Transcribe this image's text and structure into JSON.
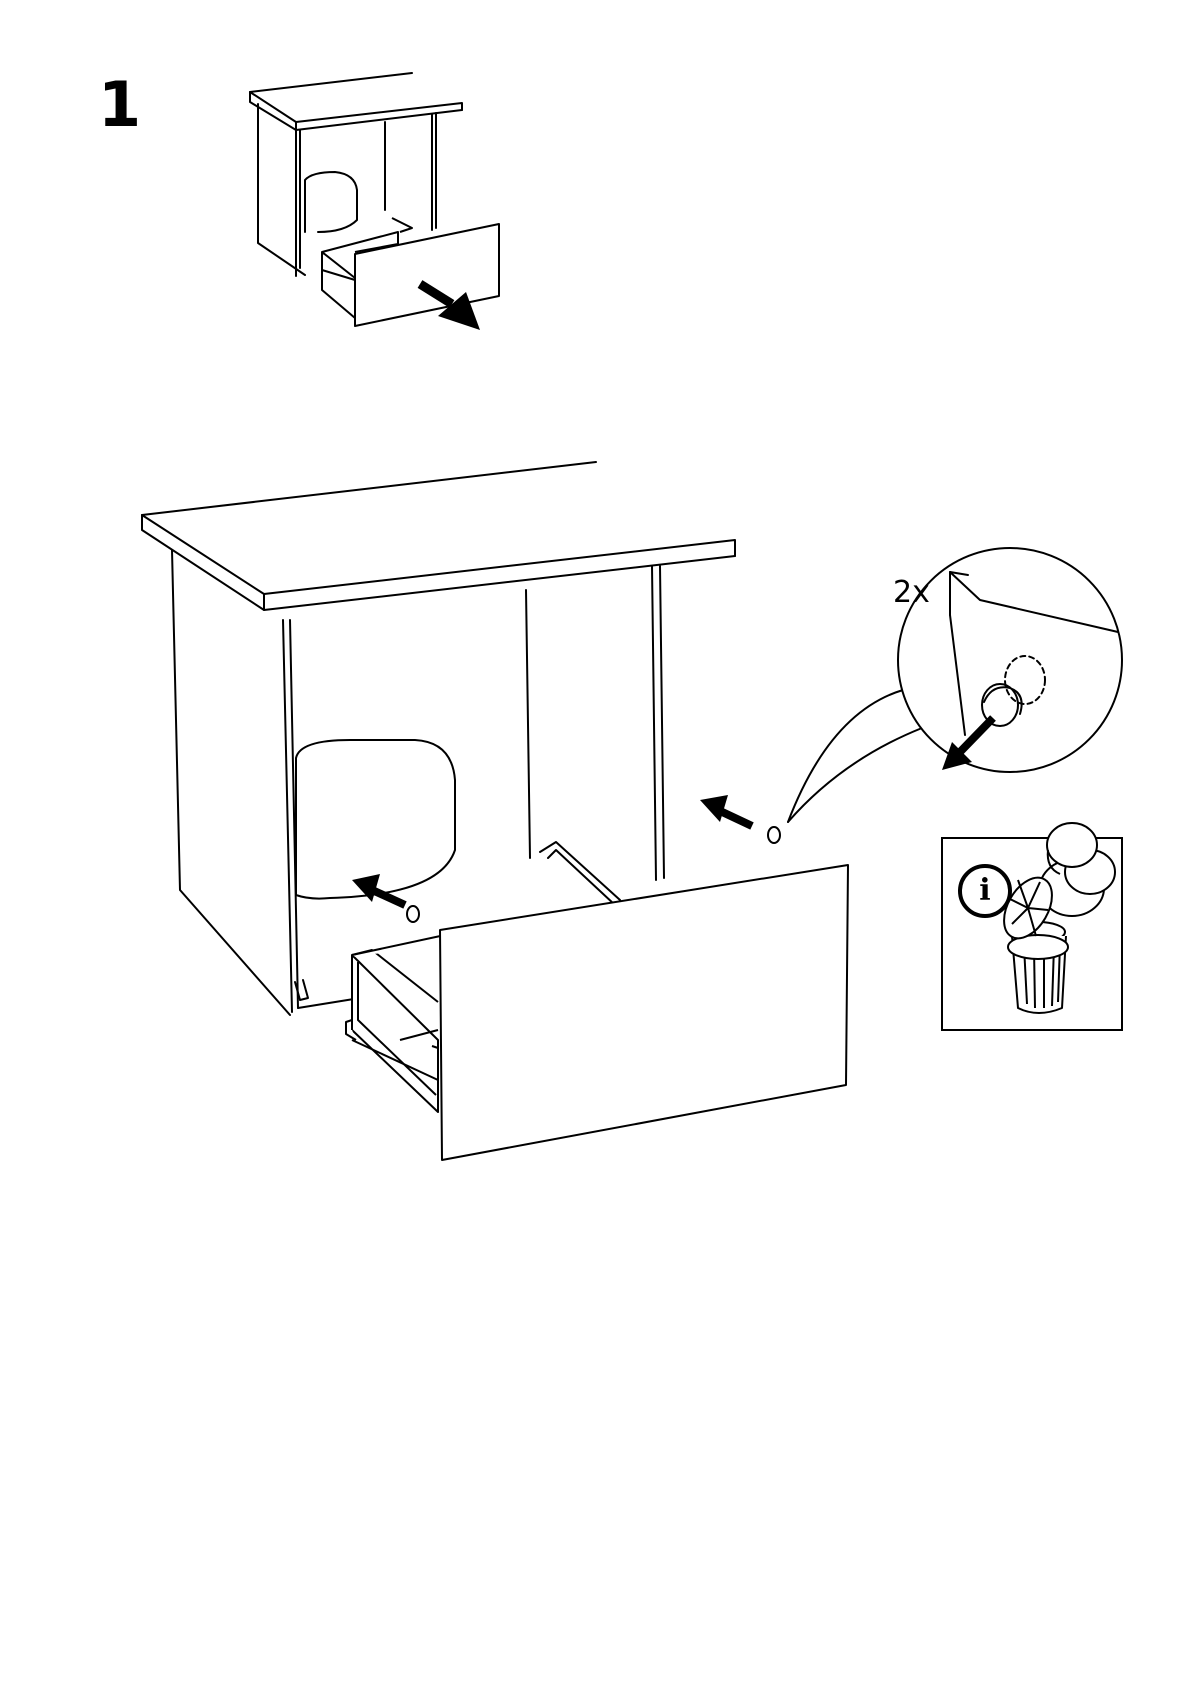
{
  "step": {
    "number": "1"
  },
  "detail": {
    "quantity": "2x"
  },
  "info_box": {
    "icon": "info-icon",
    "glyph": "i",
    "items": [
      "bumper-pads-icon",
      "trash-bin-icon"
    ]
  },
  "colors": {
    "line": "#000000",
    "background": "#ffffff"
  }
}
